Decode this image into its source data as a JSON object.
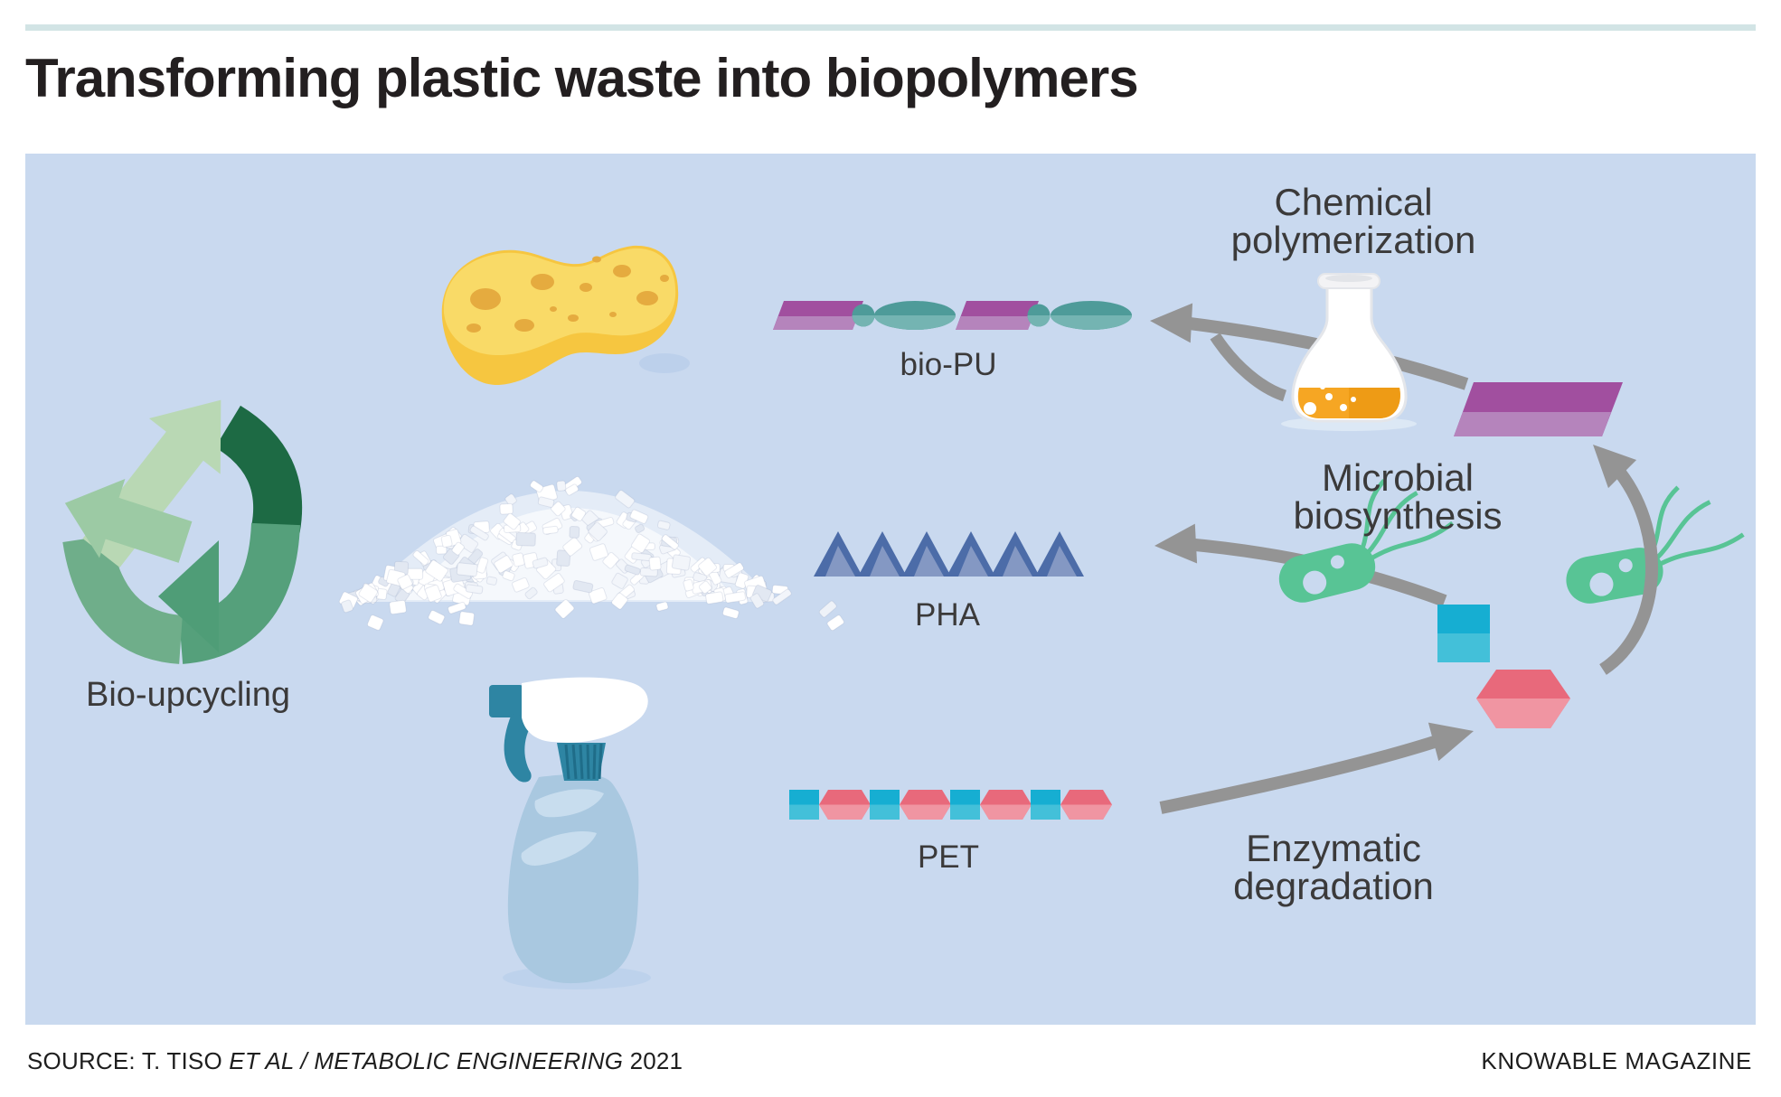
{
  "title": "Transforming plastic waste into biopolymers",
  "footer": {
    "source_prefix": "SOURCE: T. TISO ",
    "source_italic": "ET AL / METABOLIC ENGINEERING",
    "source_suffix": " 2021",
    "brand": "KNOWABLE MAGAZINE"
  },
  "diagram": {
    "cycle_label": "Bio-upcycling",
    "chains": {
      "bio_pu": "bio-PU",
      "pha": "PHA",
      "pet": "PET"
    },
    "processes": {
      "chemical": {
        "line1": "Chemical",
        "line2": "polymerization"
      },
      "microbial": {
        "line1": "Microbial",
        "line2": "biosynthesis"
      },
      "enzymatic": {
        "line1": "Enzymatic",
        "line2": "degradation"
      }
    },
    "illustrations": [
      "recycling-arrows-icon",
      "sponge-illustration",
      "plastic-pellets-pile",
      "spray-bottle-illustration",
      "erlenmeyer-flask-icon",
      "bacterium-icon",
      "purple-monomer-block",
      "blue-monomer-block",
      "pink-monomer-block",
      "bio-pu-chain",
      "pha-chain",
      "pet-chain",
      "arrow-icon"
    ],
    "colors": {
      "panel": "#c9d9ef",
      "topbar": "#d2e4e5",
      "title_text": "#231f20",
      "label_text": "#3b3a3a",
      "purple_dark": "#a14f9f",
      "purple_light": "#b584bc",
      "teal_dark": "#4e9b99",
      "teal_light": "#74b4b2",
      "tri": "#4c6ca8",
      "tri_light": "#8498c3",
      "cyan_dark": "#16aed2",
      "cyan_light": "#43c0d9",
      "pink_dark": "#e8697b",
      "pink_light": "#f095a2",
      "green_bact": "#58c495",
      "arrow_gray": "#949494",
      "flask_liquid": "#f6a623",
      "flask_liquid_dark": "#ee9b15",
      "sponge_top": "#f9da67",
      "sponge_front": "#f6c640",
      "sponge_hole": "#e5ab3f",
      "bottle_body": "#a9c8e0",
      "bottle_light": "#c8ddee",
      "bottle_teal": "#2e85a3",
      "bottle_teal_dark": "#1f6d89",
      "rec_pale": "#b9d8b4",
      "rec_mid": "#9ccaa4",
      "rec_sea": "#55a07b",
      "rec_sea2": "#6fae8a",
      "rec_dark": "#1d6a44",
      "rec_head": "#4f9d77"
    }
  }
}
